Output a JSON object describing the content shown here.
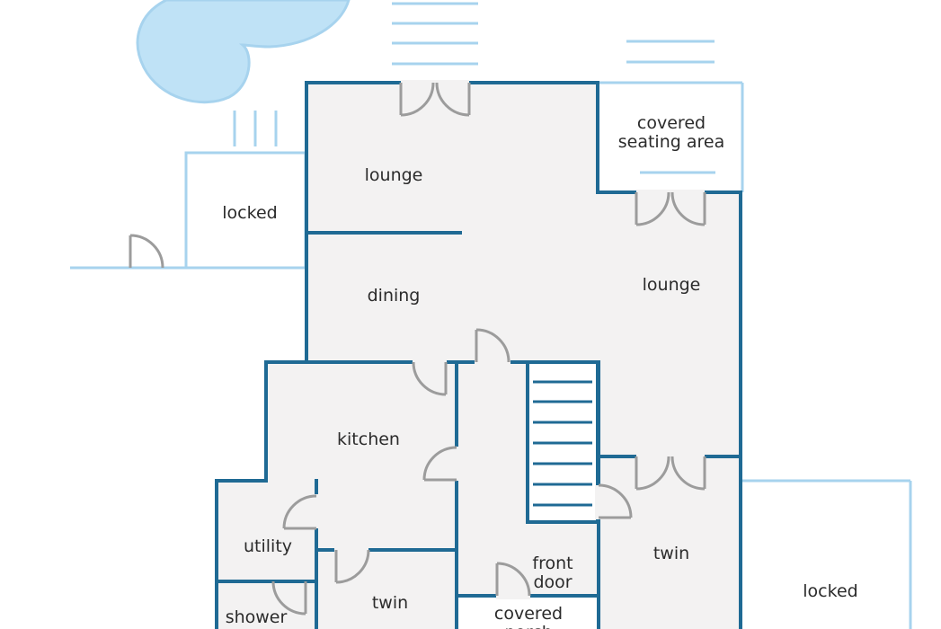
{
  "colors": {
    "wall": "#1f6a94",
    "light_wall": "#a7d3ee",
    "floor": "#f3f2f2",
    "door": "#9c9c9c",
    "pool": "#bfe2f6",
    "pool_edge": "#a7d3ee",
    "text": "#2b2b2b"
  },
  "rooms": {
    "lounge_upper": "lounge",
    "covered_seating_line1": "covered",
    "covered_seating_line2": "seating area",
    "locked_left": "locked",
    "dining": "dining",
    "lounge_right": "lounge",
    "kitchen": "kitchen",
    "utility": "utility",
    "shower": "shower",
    "twin_small": "twin",
    "front_door_line1": "front",
    "front_door_line2": "door",
    "covered_porch_line1": "covered",
    "covered_porch_line2": "porch",
    "twin_right": "twin",
    "locked_right": "locked"
  },
  "icons": {
    "pool": "pool-icon",
    "stairs": "stairs-icon",
    "steps": "steps-icon",
    "door": "door-icon"
  }
}
